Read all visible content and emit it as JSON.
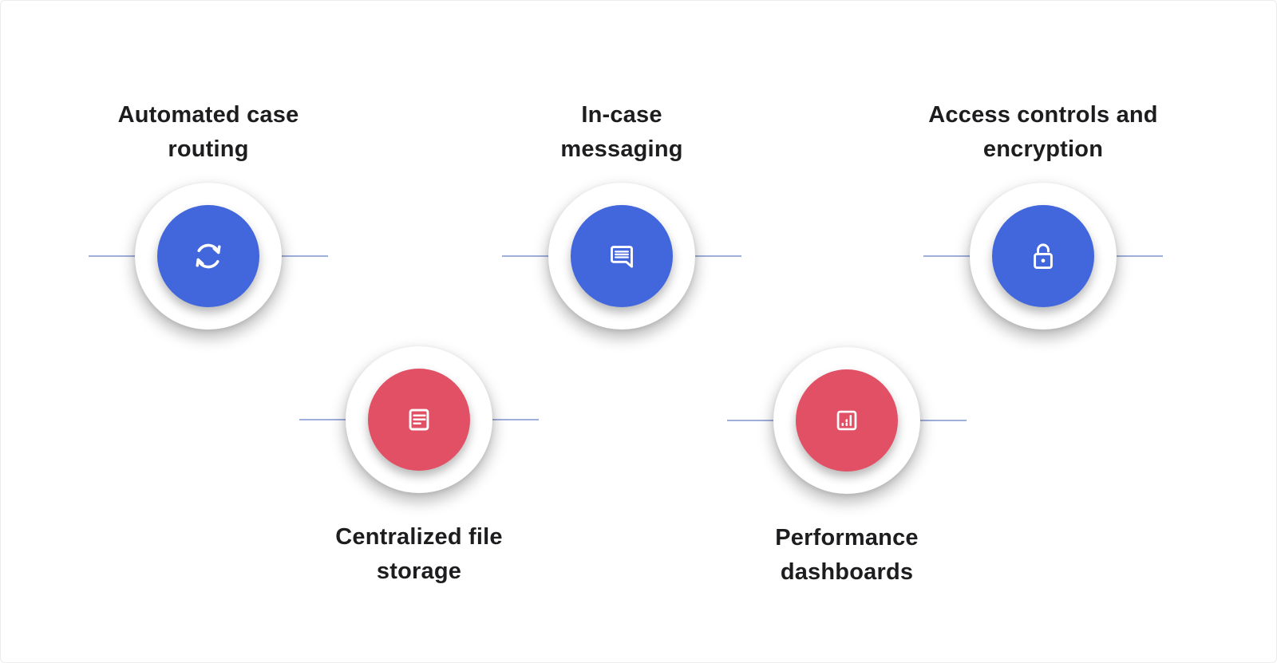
{
  "page": {
    "background": "#FFFFFF",
    "border_color": "#ECECEC"
  },
  "palette": {
    "node_blue": "#4267DC",
    "node_red": "#E25065",
    "connector_line": "#9FAFDC",
    "label_text": "#1D1D1F",
    "icon_color": "#FFFFFF",
    "outer_ring": "#FFFFFF"
  },
  "features": [
    {
      "label_line1": "Automated case",
      "label_line2": "routing",
      "icon": "sync-icon",
      "accent": "blue",
      "row": "top"
    },
    {
      "label_line1": "In-case",
      "label_line2": "messaging",
      "icon": "chat-message-icon",
      "accent": "blue",
      "row": "top"
    },
    {
      "label_line1": "Access controls and",
      "label_line2": "encryption",
      "icon": "open-lock-icon",
      "accent": "blue",
      "row": "top"
    },
    {
      "label_line1": "Centralized file",
      "label_line2": "storage",
      "icon": "document-icon",
      "accent": "red",
      "row": "bottom"
    },
    {
      "label_line1": "Performance",
      "label_line2": "dashboards",
      "icon": "bar-chart-icon",
      "accent": "red",
      "row": "bottom"
    }
  ]
}
